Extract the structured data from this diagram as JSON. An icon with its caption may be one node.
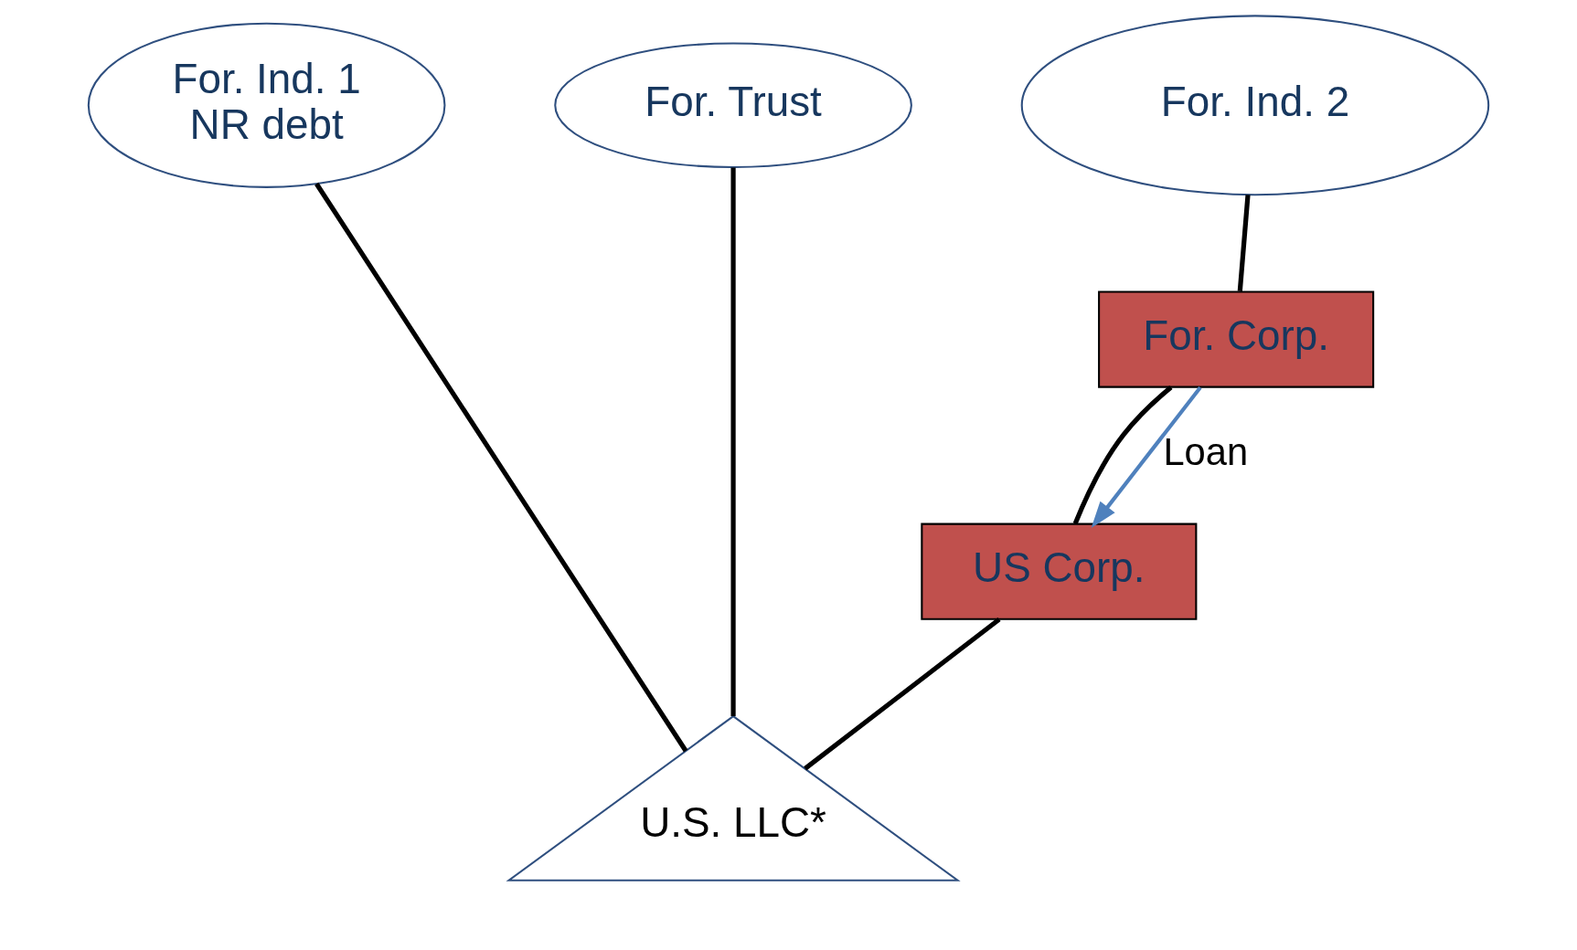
{
  "diagram": {
    "nodes": [
      {
        "text": [
          "For. Ind. 1",
          "NR debt"
        ]
      },
      {
        "text": [
          "For. Trust"
        ]
      },
      {
        "text": [
          "For. Ind. 2"
        ]
      },
      {
        "text": [
          "For. Corp."
        ]
      },
      {
        "text": [
          "US Corp."
        ]
      },
      {
        "text": [
          "U.S. LLC*"
        ]
      }
    ],
    "edges": [
      {
        "from": 0,
        "to": 5,
        "arrow": "none"
      },
      {
        "from": 1,
        "to": 5,
        "arrow": "none"
      },
      {
        "from": 2,
        "to": 3,
        "arrow": "none"
      },
      {
        "from": 3,
        "to": 4,
        "arrow": "none"
      },
      {
        "from": 4,
        "to": 5,
        "arrow": "none"
      },
      {
        "from": 3,
        "to": 4,
        "arrow": "to",
        "label": "Loan",
        "color": "#4f81bd"
      }
    ]
  }
}
